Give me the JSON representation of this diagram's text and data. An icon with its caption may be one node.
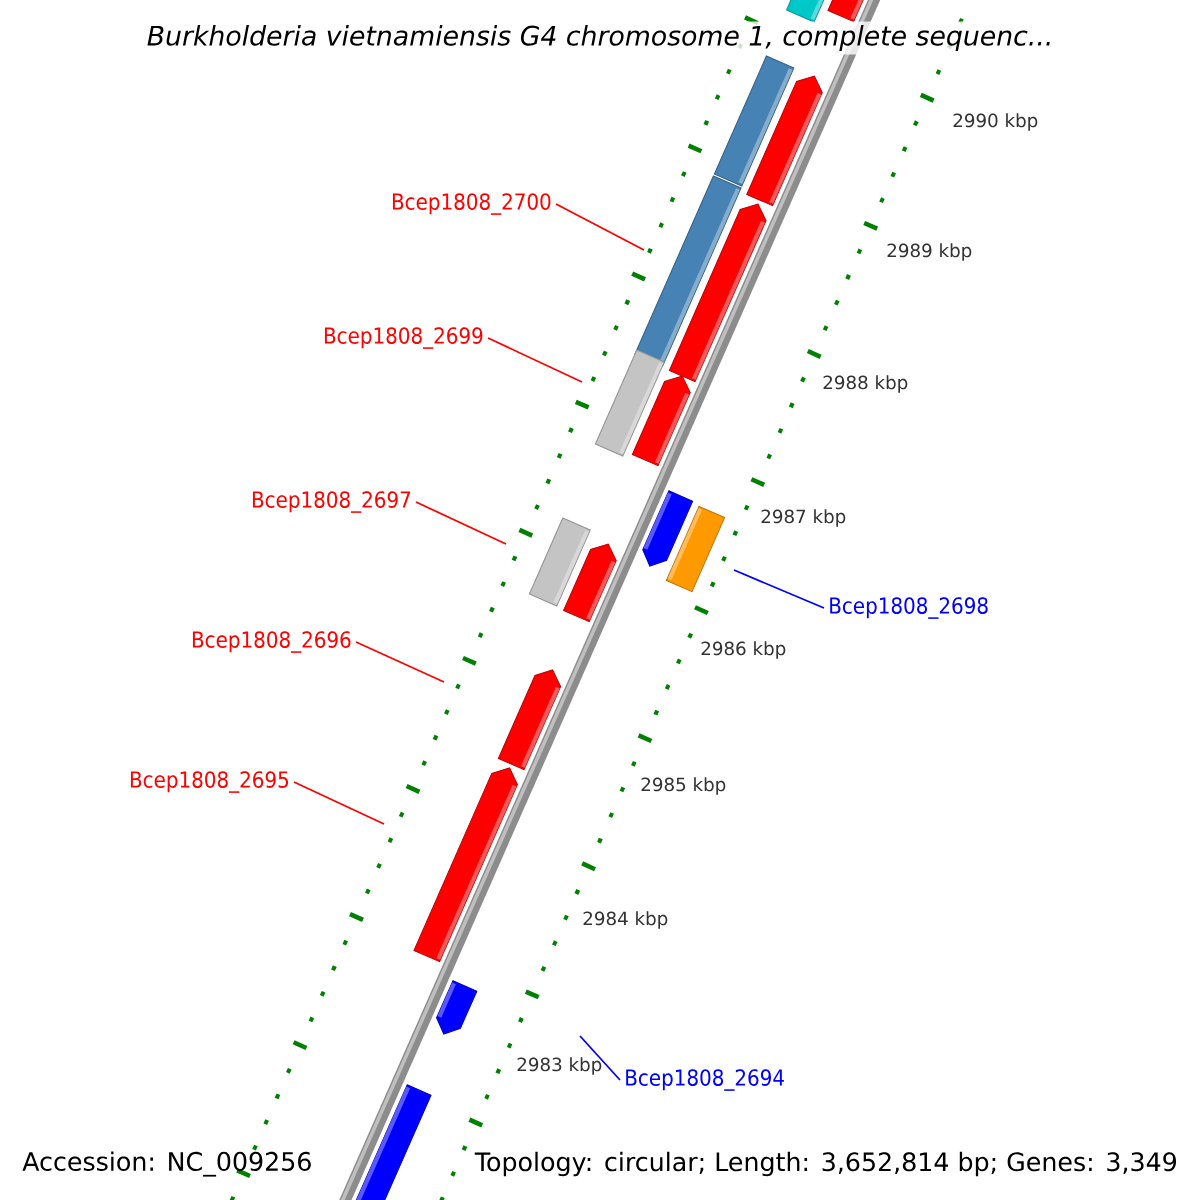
{
  "diagram": {
    "title": "Burkholderia vietnamiensis G4 chromosome 1, complete sequenc...",
    "nodes": [
      {
        "text": [
          "Bcep1808_2700"
        ]
      },
      {
        "text": [
          "Bcep1808_2699"
        ]
      },
      {
        "text": [
          "Bcep1808_2697"
        ]
      },
      {
        "text": [
          "Bcep1808_2698"
        ]
      },
      {
        "text": [
          "Bcep1808_2696"
        ]
      },
      {
        "text": [
          "Bcep1808_2695"
        ]
      },
      {
        "text": [
          "Bcep1808_2694"
        ]
      }
    ],
    "edges": [
      {
        "from": 0,
        "to": null,
        "arrow": "none"
      },
      {
        "from": 1,
        "to": null,
        "arrow": "none"
      },
      {
        "from": 2,
        "to": null,
        "arrow": "none"
      },
      {
        "from": 3,
        "to": null,
        "arrow": "none",
        "color": "#0000ff"
      },
      {
        "from": 4,
        "to": null,
        "arrow": "none"
      },
      {
        "from": 5,
        "to": null,
        "arrow": "none"
      },
      {
        "from": 6,
        "to": null,
        "arrow": "none",
        "color": "#0000ff"
      }
    ],
    "labels": [
      "2990 kbp",
      "2989 kbp",
      "2988 kbp",
      "2987 kbp",
      "2986 kbp",
      "2985 kbp",
      "2984 kbp",
      "2983 kbp",
      "Accession: NC_009256",
      "Topology: circular; Length: 3,652,814 bp; Genes: 3,349"
    ]
  }
}
